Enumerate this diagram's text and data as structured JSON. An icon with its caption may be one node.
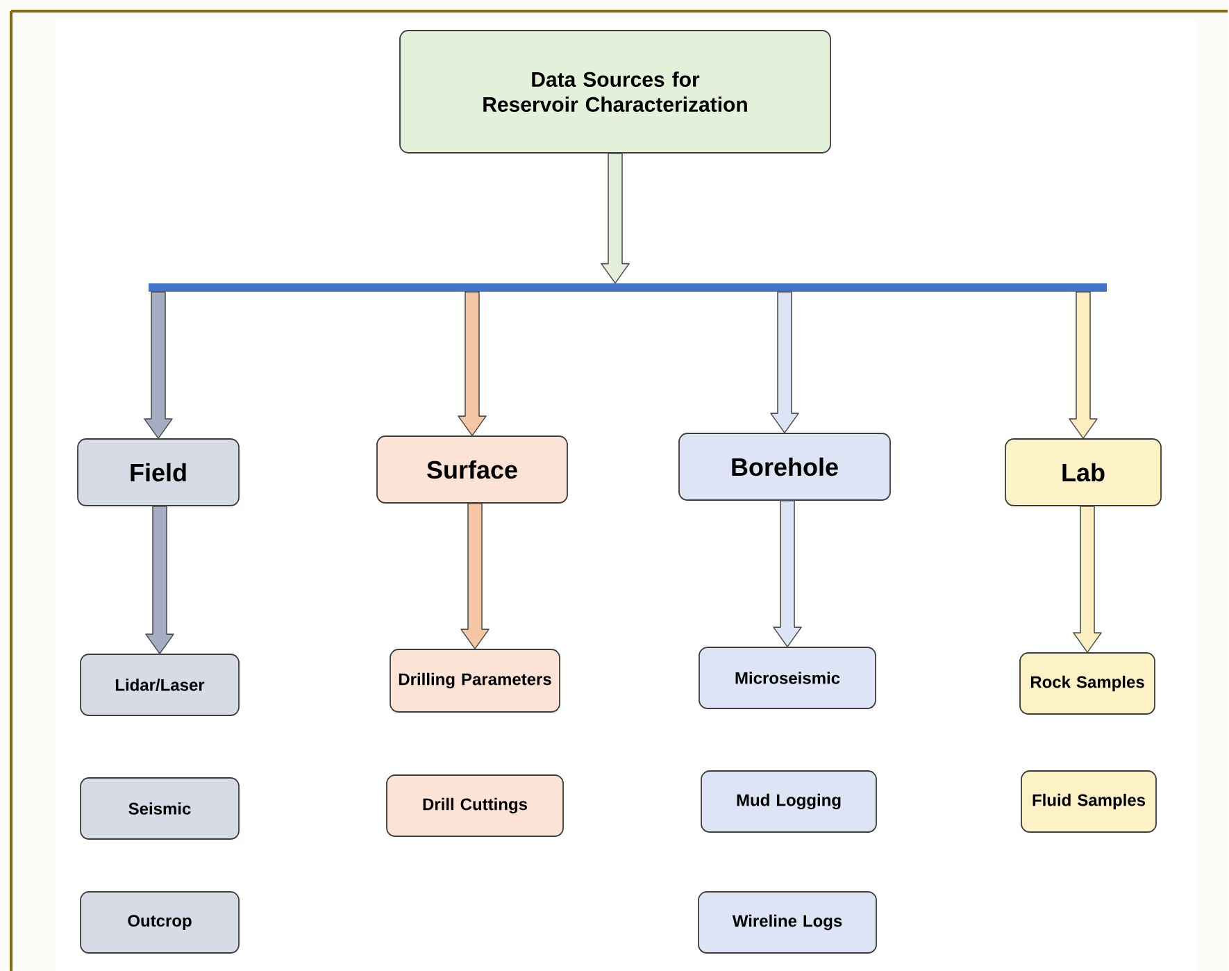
{
  "diagram": {
    "nodes": [
      {
        "text": [
          "Data Sources for Reservoir Characterization"
        ]
      },
      {
        "text": [],
        "shape": "bar"
      },
      {
        "text": [
          "Field"
        ]
      },
      {
        "text": [
          "Surface"
        ]
      },
      {
        "text": [
          "Borehole"
        ]
      },
      {
        "text": [
          "Lab"
        ]
      },
      {
        "text": [
          "Lidar/Laser"
        ]
      },
      {
        "text": [
          "Drilling Parameters"
        ]
      },
      {
        "text": [
          "Microseismic"
        ]
      },
      {
        "text": [
          "Rock Samples"
        ]
      },
      {
        "text": [
          "Seismic"
        ]
      },
      {
        "text": [
          "Drill Cuttings"
        ]
      },
      {
        "text": [
          "Mud Logging"
        ]
      },
      {
        "text": [
          "Fluid Samples"
        ]
      },
      {
        "text": [
          "Outcrop"
        ]
      },
      {
        "text": [
          "Wireline Logs"
        ]
      }
    ],
    "edges": [
      {
        "from": 0,
        "to": 1,
        "arrow": "to",
        "color": "#e4f1da"
      },
      {
        "from": 1,
        "to": 2,
        "arrow": "to",
        "color": "#a4adc1"
      },
      {
        "from": 1,
        "to": 3,
        "arrow": "to",
        "color": "#f5c6a3"
      },
      {
        "from": 1,
        "to": 4,
        "arrow": "to",
        "color": "#dce4f5"
      },
      {
        "from": 1,
        "to": 5,
        "arrow": "to",
        "color": "#fbefbf"
      },
      {
        "from": 2,
        "to": 6,
        "arrow": "to",
        "color": "#a4adc1"
      },
      {
        "from": 3,
        "to": 7,
        "arrow": "to",
        "color": "#f5c6a3"
      },
      {
        "from": 4,
        "to": 8,
        "arrow": "to",
        "color": "#dce4f5"
      },
      {
        "from": 5,
        "to": 9,
        "arrow": "to",
        "color": "#fbefbf"
      }
    ]
  }
}
